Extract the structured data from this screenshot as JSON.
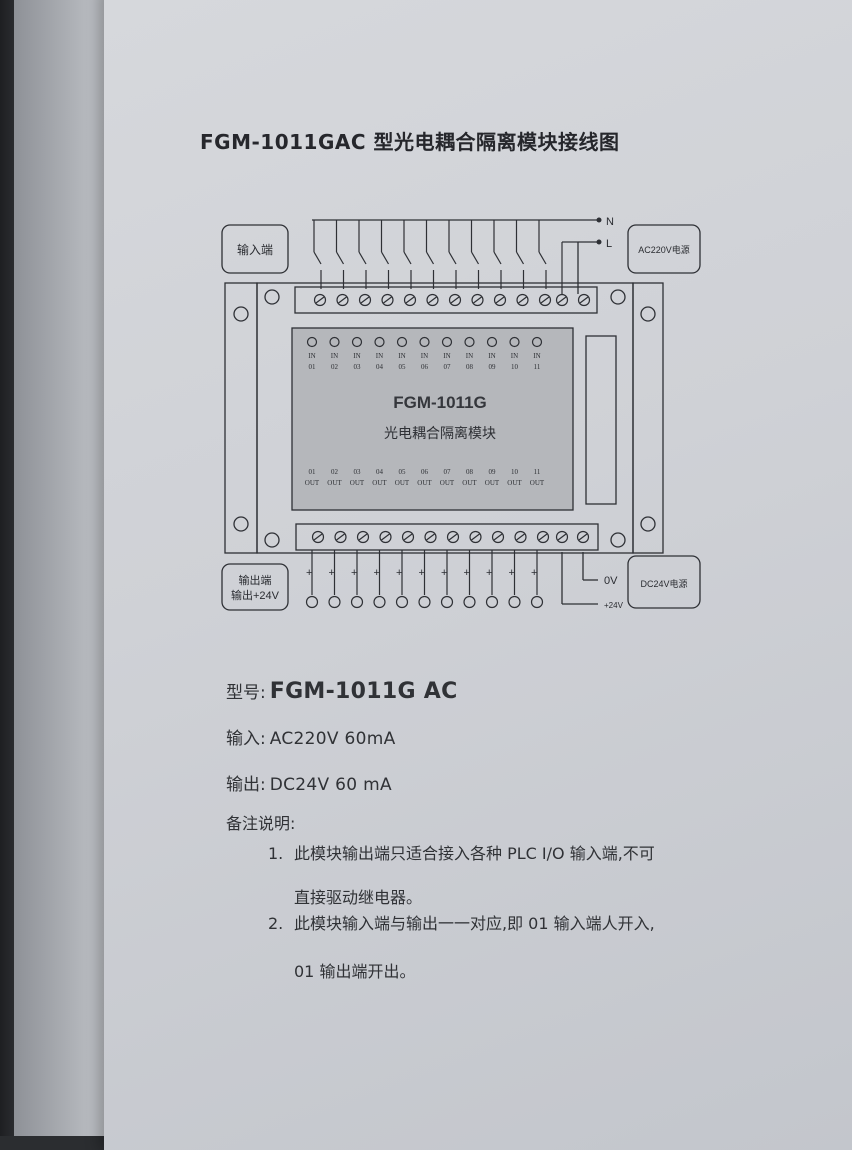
{
  "title": "FGM-1011GAC 型光电耦合隔离模块接线图",
  "diagram": {
    "input_box": "输入端",
    "ac_box": "AC220V电源",
    "n_label": "N",
    "l_label": "L",
    "output_box_line1": "输出端",
    "output_box_line2": "输出+24V",
    "dc_box": "DC24V电源",
    "ov_label": "0V",
    "plus24_label": "+24V",
    "module_name": "FGM-1011G",
    "module_desc": "光电耦合隔离模块",
    "plus_sign": "+",
    "in_prefix": "IN",
    "out_suffix": "OUT",
    "channels": [
      "01",
      "02",
      "03",
      "04",
      "05",
      "06",
      "07",
      "08",
      "09",
      "10",
      "11"
    ]
  },
  "specs": {
    "model_label": "型号:",
    "model_value": "FGM-1011G AC",
    "input_label": "输入:",
    "input_value": "AC220V   60mA",
    "output_label": "输出:",
    "output_value": "DC24V    60 mA"
  },
  "notes": {
    "title": "备注说明:",
    "item1_num": "1.",
    "item1_line1": "此模块输出端只适合接入各种 PLC   I/O 输入端,不可",
    "item1_line2": "直接驱动继电器。",
    "item2_num": "2.",
    "item2_line1": "此模块输入端与输出一一对应,即 01 输入端人开入,",
    "item2_line2": "01 输出端开出。"
  }
}
